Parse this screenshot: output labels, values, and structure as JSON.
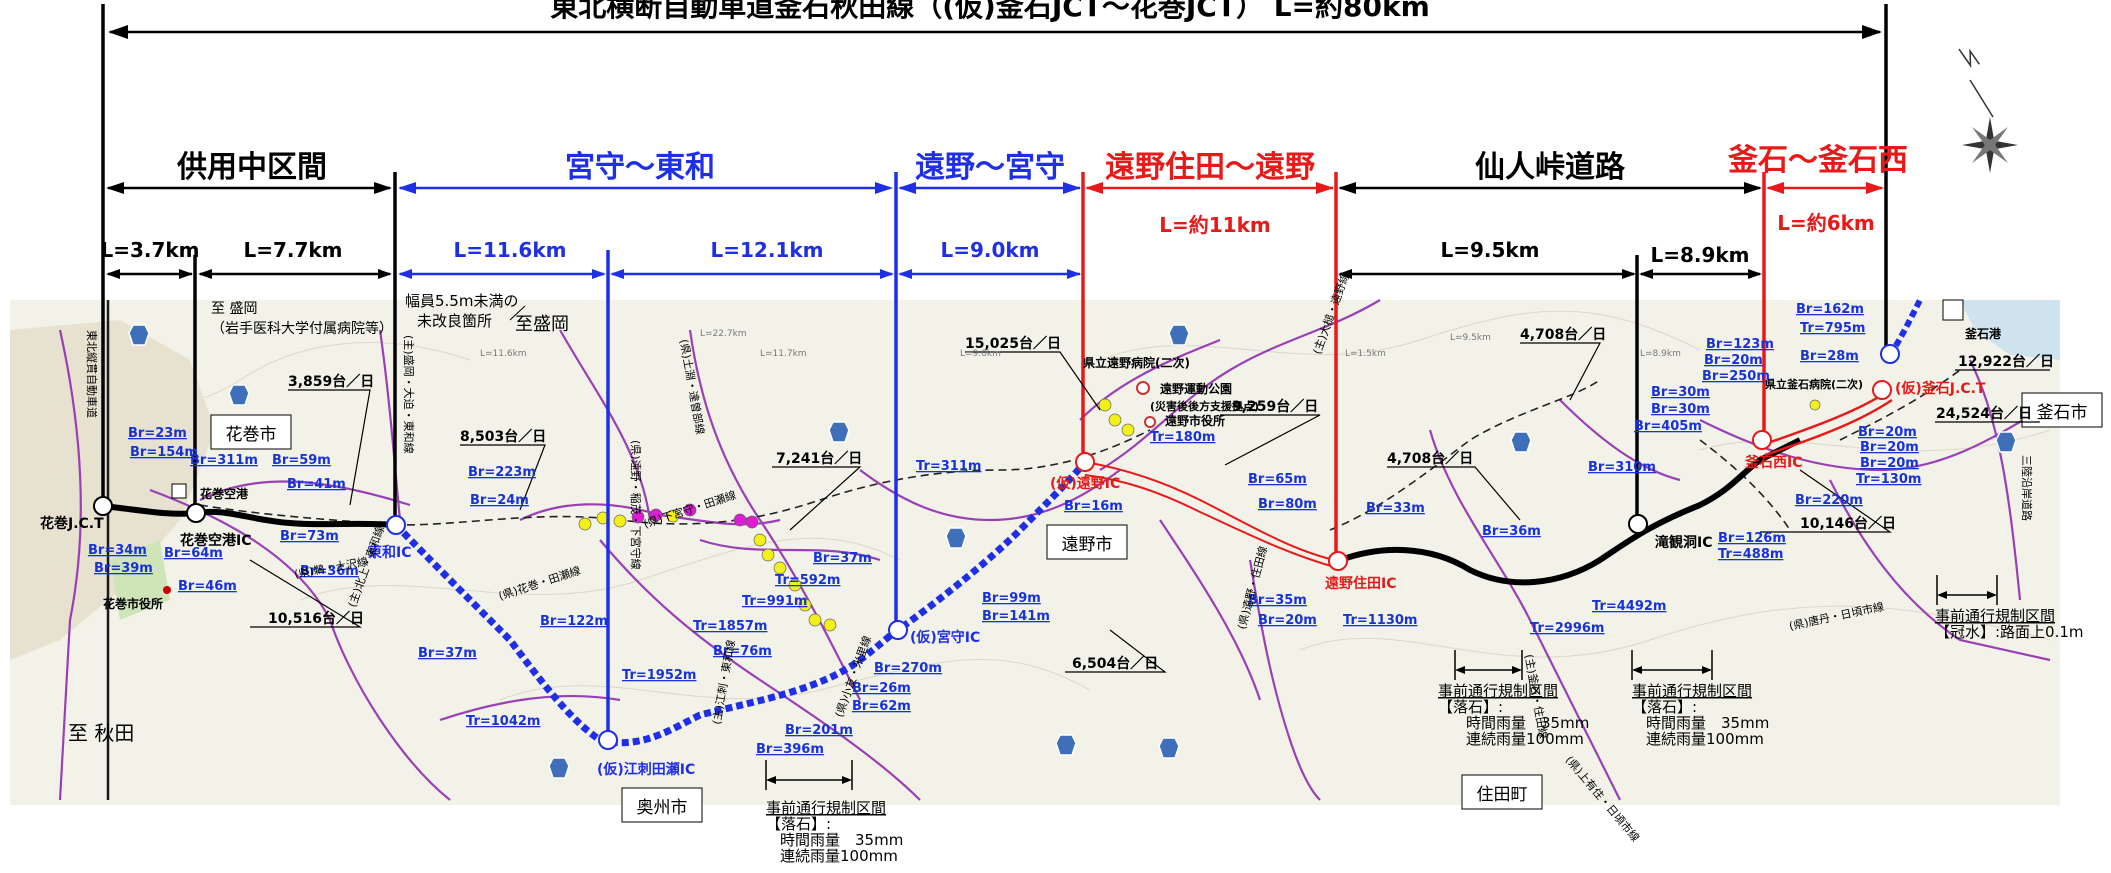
{
  "title": "東北横断自動車道釜石秋田線（(仮)釜石JCT～花巻JCT） L=約80km",
  "sections": [
    {
      "id": "kyoyou",
      "label": "供用中区間",
      "color": "#000000"
    },
    {
      "id": "miyamori-towa",
      "label": "宮守～東和",
      "color": "#1f2fe6"
    },
    {
      "id": "tono-miyamori",
      "label": "遠野～宮守",
      "color": "#1f2fe6"
    },
    {
      "id": "sumita-tono",
      "label": "遠野住田～遠野",
      "color": "#e81919"
    },
    {
      "id": "sennin",
      "label": "仙人峠道路",
      "color": "#000000"
    },
    {
      "id": "kamaishi",
      "label": "釜石～釜石西",
      "color": "#e81919"
    }
  ],
  "lengths": {
    "l1": "L=3.7km",
    "l2": "L=7.7km",
    "l3": "L=11.6km",
    "l4": "L=12.1km",
    "l5": "L=9.0km",
    "l6": "L=約11km",
    "l7": "L=9.5km",
    "l8": "L=8.9km",
    "l9": "L=約6km"
  },
  "interchanges": {
    "hanamaki_jct": "花巻J.C.T",
    "hanamaki_airport_ic": "花巻空港IC",
    "towa_ic": "東和IC",
    "esashi_ic": "(仮)江刺田瀬IC",
    "miyamori_ic": "(仮)宮守IC",
    "tono_ic": "(仮)遠野IC",
    "tono_sumita_ic": "遠野住田IC",
    "takimikura_ic": "滝観洞IC",
    "kamaishi_nishi_ic": "釜石西IC",
    "kamaishi_jct": "(仮)釜石J.C.T"
  },
  "places": {
    "hanamaki_city": "花巻市",
    "tono_city": "遠野市",
    "oshu_city": "奥州市",
    "sumita_town": "住田町",
    "kamaishi_city": "釜石市",
    "to_akita": "至 秋田",
    "to_morioka_hosp_1": "至 盛岡",
    "to_morioka_hosp_2": "（岩手医科大学付属病院等）",
    "to_morioka": "至盛岡",
    "narrow_road_1": "幅員5.5m未満の",
    "narrow_road_2": "未改良箇所",
    "airport": "花巻空港",
    "hanamaki_city_hall": "花巻市役所",
    "tono_city_hall": "遠野市役所",
    "tono_hospital": "県立遠野病院(二次)",
    "tono_park_1": "遠野運動公園",
    "tono_park_2": "(災害後後方支援拠点)",
    "kamaishi_hospital": "県立釜石病院(二次)",
    "kamaishi_port": "釜石港"
  },
  "traffic": {
    "t1": "3,859台／日",
    "t2": "8,503台／日",
    "t3": "10,516台／日",
    "t4": "7,241台／日",
    "t5": "15,025台／日",
    "t6": "6,504台／日",
    "t7": "9,259台／日",
    "t8": "4,708台／日",
    "t9": "4,708台／日",
    "t10": "12,922台／日",
    "t11": "24,524台／日",
    "t12": "10,146台／日"
  },
  "bridges_blue": [
    "Br=23m",
    "Br=154m",
    "Br=311m",
    "Br=59m",
    "Br=41m",
    "Br=34m",
    "Br=39m",
    "Br=64m",
    "Br=73m",
    "Br=36m",
    "Br=46m",
    "Br=223m",
    "Br=24m",
    "Br=122m",
    "Br=37m",
    "Tr=1042m",
    "Br=37m",
    "Tr=592m",
    "Tr=991m",
    "Tr=1857m",
    "Br=76m",
    "Tr=1952m",
    "Br=270m",
    "Br=26m",
    "Br=62m",
    "Br=201m",
    "Br=396m",
    "Tr=311m",
    "Br=99m",
    "Br=141m",
    "Br=16m",
    "Tr=180m",
    "Br=65m",
    "Br=80m",
    "Br=33m",
    "Br=36m",
    "Br=35m",
    "Br=20m",
    "Tr=1130m",
    "Tr=2996m",
    "Br=310m",
    "Tr=4492m",
    "Br=30m",
    "Br=30m",
    "Br=405m",
    "Br=126m",
    "Tr=488m",
    "Br=162m",
    "Tr=795m",
    "Br=123m",
    "Br=20m",
    "Br=28m",
    "Br=250m",
    "Br=20m",
    "Br=20m",
    "Br=20m",
    "Tr=130m",
    "Br=220m"
  ],
  "routes": {
    "r1": "東北縦貫自動車道",
    "r2": "(主)盛岡・大迫・東和線",
    "r3": "(県)遠野・稲茂・下宮守線",
    "r4": "(県)土淵・達曽部線",
    "r5": "(県)下宮守・田瀬線",
    "r6": "(県)花巻・田瀬線",
    "r7": "(県)鵜・土沢線",
    "r8": "(主)北上・東和線",
    "r9": "(主)江刺・東和線",
    "r10": "(県)小友・米里線",
    "r11": "(主)大槌・遠野線",
    "r12": "(県)遠野・住田線",
    "r13": "(主)釜石・住田線",
    "r14": "(県)上有住・日頃市線",
    "r15": "(県)唐丹・日頃市線",
    "r16": "三陸沿岸道路"
  },
  "regulations": {
    "r_esashi": [
      "事前通行規制区間",
      "【落石】:",
      "時間雨量　35mm",
      "連続雨量100mm"
    ],
    "r_sumita": [
      "事前通行規制区間",
      "【落石】:",
      "時間雨量　35mm",
      "連続雨量100mm"
    ],
    "r_takimikura": [
      "事前通行規制区間",
      "【落石】:",
      "時間雨量　35mm",
      "連続雨量100mm"
    ],
    "r_kamaishi": [
      "事前通行規制区間",
      "【冠水】:路面上0.1m"
    ]
  },
  "map_labels": [
    "L=22.7km",
    "L=11.6km",
    "L=11.7km",
    "L=1.5km",
    "L=9.5km",
    "L=9.0km",
    "L=8.9km"
  ],
  "colors": {
    "open": "#000000",
    "planned_blue": "#1f2fe6",
    "planned_red": "#e81919",
    "bridge_text": "#1733d8",
    "map_bg": "#f3f2e9",
    "road_purple": "#9a3fb5",
    "national_road": "#3e6fb8",
    "yellow_dot": "#f3f017",
    "magenta_dot": "#e01bd6"
  }
}
